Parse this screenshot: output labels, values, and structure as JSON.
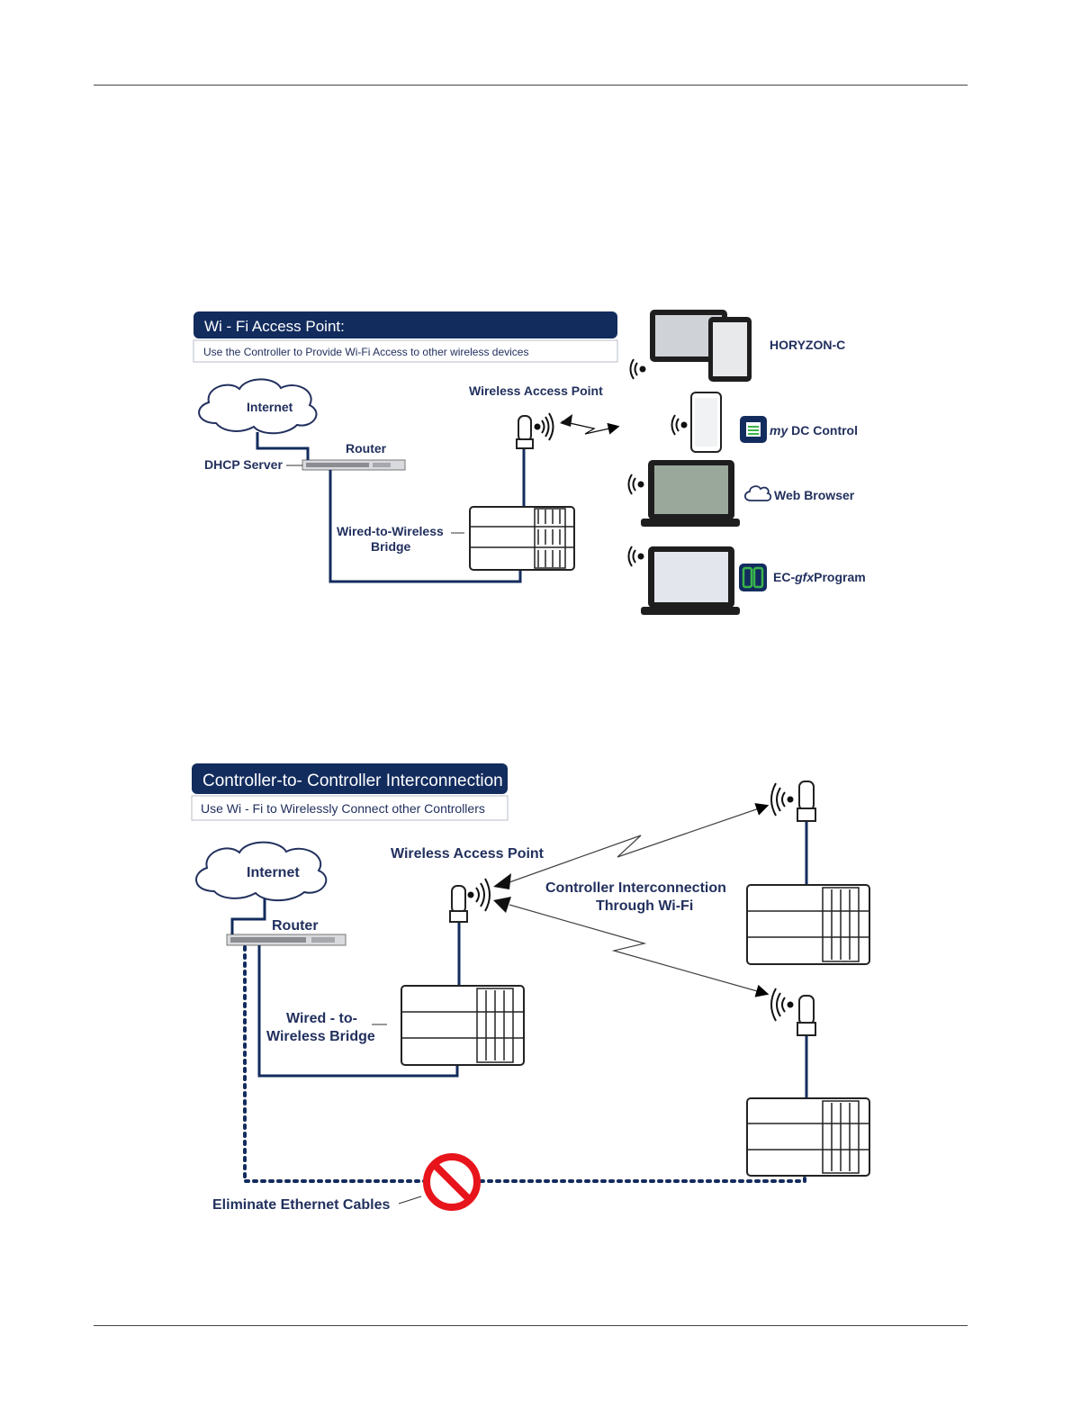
{
  "diagram1": {
    "title": "Wi - Fi Access Point:",
    "subtitle": "Use the Controller to Provide Wi-Fi Access to other wireless devices",
    "internet": "Internet",
    "router": "Router",
    "dhcp_server": "DHCP Server",
    "wireless_access_point": "Wireless Access Point",
    "bridge_line1": "Wired-to-Wireless",
    "bridge_line2": "Bridge",
    "devices": {
      "horyzon": "HORYZON-C",
      "mydc_prefix": "my",
      "mydc_rest": " DC Control",
      "web_browser": "Web Browser",
      "ecgfx_prefix": "EC-",
      "ecgfx_italic": "gfx",
      "ecgfx_rest": "Program"
    }
  },
  "diagram2": {
    "title": "Controller-to- Controller Interconnection",
    "subtitle": "Use Wi - Fi to Wirelessly Connect other Controllers",
    "internet": "Internet",
    "router": "Router",
    "wireless_access_point": "Wireless Access Point",
    "interconnect_line1": "Controller Interconnection",
    "interconnect_line2": "Through Wi-Fi",
    "bridge_line1": "Wired - to-",
    "bridge_line2": "Wireless Bridge",
    "eliminate": "Eliminate Ethernet Cables"
  },
  "colors": {
    "navy": "#132c5e",
    "label": "#22305e",
    "prohibit_red": "#e8141b"
  }
}
